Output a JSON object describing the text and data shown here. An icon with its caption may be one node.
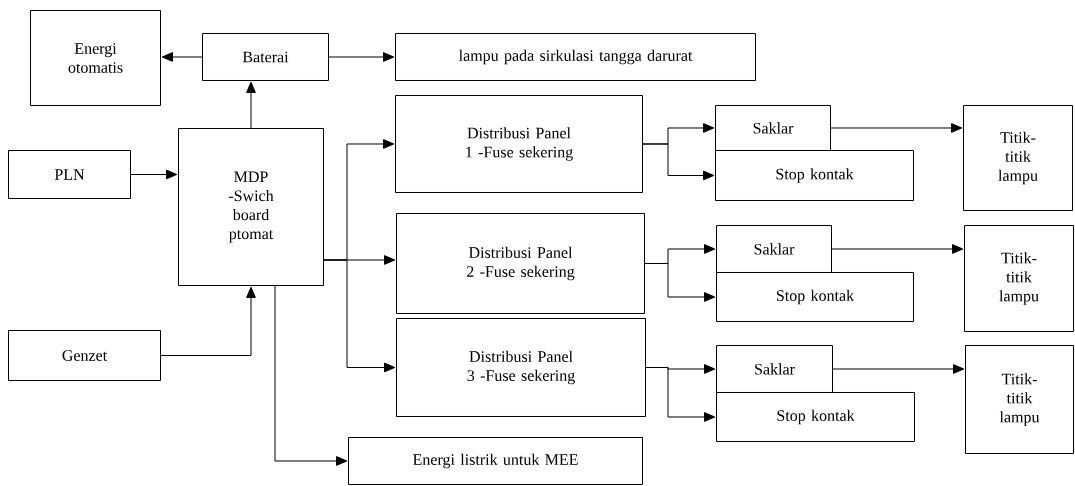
{
  "diagram": {
    "nodes": [
      {
        "text": [
          "Energi otomatis"
        ]
      },
      {
        "text": [
          "Baterai"
        ]
      },
      {
        "text": [
          "lampu pada sirkulasi tangga darurat"
        ]
      },
      {
        "text": [
          "PLN"
        ]
      },
      {
        "text": [
          "MDP -Swich board ptomat"
        ]
      },
      {
        "text": [
          "Genzet"
        ]
      },
      {
        "text": [
          "Distribusi Panel 1 -Fuse sekering"
        ]
      },
      {
        "text": [
          "Saklar"
        ]
      },
      {
        "text": [
          "Stop kontak"
        ]
      },
      {
        "text": [
          "Titik-titik lampu"
        ]
      },
      {
        "text": [
          "Distribusi Panel 2 -Fuse sekering"
        ]
      },
      {
        "text": [
          "Saklar"
        ]
      },
      {
        "text": [
          "Stop kontak"
        ]
      },
      {
        "text": [
          "Titik-titik lampu"
        ]
      },
      {
        "text": [
          "Distribusi Panel 3 -Fuse sekering"
        ]
      },
      {
        "text": [
          "Saklar"
        ]
      },
      {
        "text": [
          "Stop kontak"
        ]
      },
      {
        "text": [
          "Titik-titik lampu"
        ]
      },
      {
        "text": [
          "Energi listrik untuk MEE"
        ]
      }
    ],
    "edges": [
      {
        "from": 1,
        "to": 0,
        "arrow": "to"
      },
      {
        "from": 1,
        "to": 2,
        "arrow": "to"
      },
      {
        "from": 4,
        "to": 1,
        "arrow": "to"
      },
      {
        "from": 3,
        "to": 4,
        "arrow": "to"
      },
      {
        "from": 5,
        "to": 4,
        "arrow": "to"
      },
      {
        "from": 4,
        "to": 6,
        "arrow": "to"
      },
      {
        "from": 4,
        "to": 10,
        "arrow": "to"
      },
      {
        "from": 4,
        "to": 14,
        "arrow": "to"
      },
      {
        "from": 4,
        "to": 18,
        "arrow": "to"
      },
      {
        "from": 6,
        "to": 7,
        "arrow": "to"
      },
      {
        "from": 6,
        "to": 8,
        "arrow": "to"
      },
      {
        "from": 7,
        "to": 9,
        "arrow": "to"
      },
      {
        "from": 10,
        "to": 11,
        "arrow": "to"
      },
      {
        "from": 10,
        "to": 12,
        "arrow": "to"
      },
      {
        "from": 11,
        "to": 13,
        "arrow": "to"
      },
      {
        "from": 14,
        "to": 15,
        "arrow": "to"
      },
      {
        "from": 14,
        "to": 16,
        "arrow": "to"
      },
      {
        "from": 15,
        "to": 17,
        "arrow": "to"
      }
    ]
  }
}
